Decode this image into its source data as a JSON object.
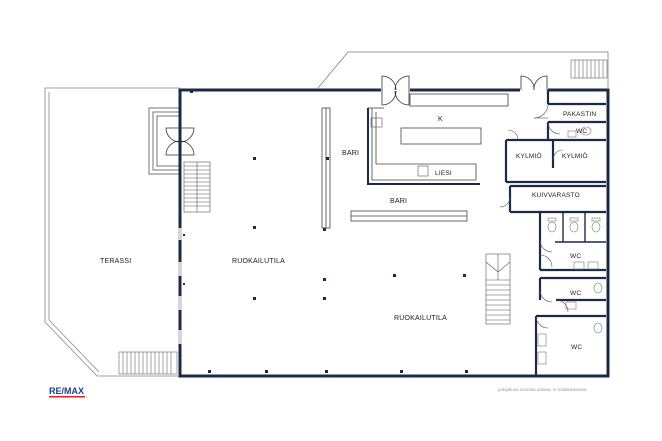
{
  "rooms": {
    "k": "K",
    "pakastin": "PAKASTIN",
    "wc_top": "WC",
    "kylmio_1": "KYLMIÖ",
    "kylmio_2": "KYLMIÖ",
    "bari_1": "BARI",
    "liesi": "LIESI",
    "bari_2": "BARI",
    "kuivvarasto": "KUIVVARASTO",
    "terassi": "TERASSI",
    "ruokailutila_1": "RUOKAILUTILA",
    "ruokailutila_2": "RUOKAILUTILA",
    "wc_mid": "WC",
    "wc_low": "WC",
    "wc_bottom": "WC"
  },
  "logo": {
    "text": "RE/MAX",
    "color_red": "#d9262e",
    "color_blue": "#1b3f8f"
  },
  "disclaimer": "pohjakuva suuntaa antava, ei mittakaavassa",
  "colors": {
    "wall": "#1c2a4a",
    "thin": "#444444",
    "fixture": "#7a7a7a"
  }
}
